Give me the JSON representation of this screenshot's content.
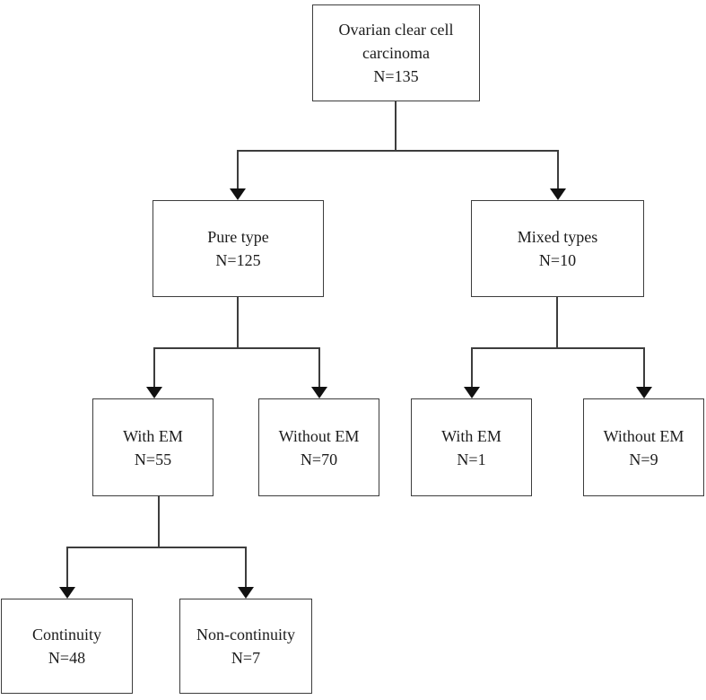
{
  "diagram": {
    "type": "flowchart",
    "description": "Patient disposition flowchart for ovarian clear cell carcinoma study",
    "colors": {
      "background": "#ffffff",
      "box_border": "#3d3d3d",
      "connector_line": "#3d3d3d",
      "arrowhead": "#111111",
      "text": "#1c1c1c"
    }
  },
  "nodes": {
    "root": {
      "label": "Ovarian clear cell carcinoma",
      "count": "N=135"
    },
    "pure": {
      "label": "Pure type",
      "count": "N=125"
    },
    "mixed": {
      "label": "Mixed types",
      "count": "N=10"
    },
    "pure_with_em": {
      "label": "With EM",
      "count": "N=55"
    },
    "pure_without_em": {
      "label": "Without EM",
      "count": "N=70"
    },
    "mixed_with_em": {
      "label": "With EM",
      "count": "N=1"
    },
    "mixed_without_em": {
      "label": "Without EM",
      "count": "N=9"
    },
    "continuity": {
      "label": "Continuity",
      "count": "N=48"
    },
    "non_continuity": {
      "label": "Non-continuity",
      "count": "N=7"
    }
  },
  "edges": [
    {
      "from": "root",
      "to": "pure"
    },
    {
      "from": "root",
      "to": "mixed"
    },
    {
      "from": "pure",
      "to": "pure_with_em"
    },
    {
      "from": "pure",
      "to": "pure_without_em"
    },
    {
      "from": "mixed",
      "to": "mixed_with_em"
    },
    {
      "from": "mixed",
      "to": "mixed_without_em"
    },
    {
      "from": "pure_with_em",
      "to": "continuity"
    },
    {
      "from": "pure_with_em",
      "to": "non_continuity"
    }
  ]
}
